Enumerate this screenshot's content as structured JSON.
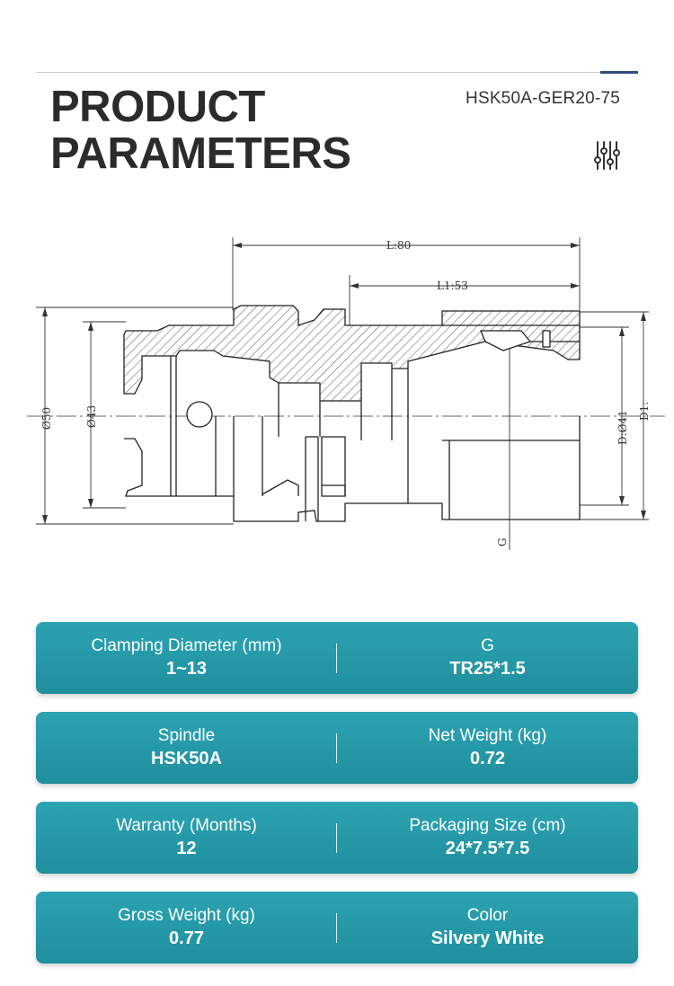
{
  "header": {
    "title_line1": "PRODUCT",
    "title_line2": "PARAMETERS",
    "model": "HSK50A-GER20-75",
    "icon": "sliders-icon"
  },
  "drawing": {
    "length_label": "L:80",
    "length1_label": "L1:53",
    "dia50_label": "Ø50",
    "dia43_label": "Ø43",
    "dia41_label": "D:Ø41",
    "d1_label": "D1:",
    "g_label": "G"
  },
  "params": [
    {
      "left_label": "Clamping Diameter (mm)",
      "left_value": "1~13",
      "right_label": "G",
      "right_value": "TR25*1.5"
    },
    {
      "left_label": "Spindle",
      "left_value": "HSK50A",
      "right_label": "Net Weight (kg)",
      "right_value": "0.72"
    },
    {
      "left_label": "Warranty (Months)",
      "left_value": "12",
      "right_label": "Packaging Size (cm)",
      "right_value": "24*7.5*7.5"
    },
    {
      "left_label": "Gross Weight (kg)",
      "left_value": "0.77",
      "right_label": "Color",
      "right_value": "Silvery White"
    }
  ],
  "colors": {
    "card": "#2ca3b2",
    "accent": "#2f4b7c",
    "title": "#2b2b2b"
  }
}
